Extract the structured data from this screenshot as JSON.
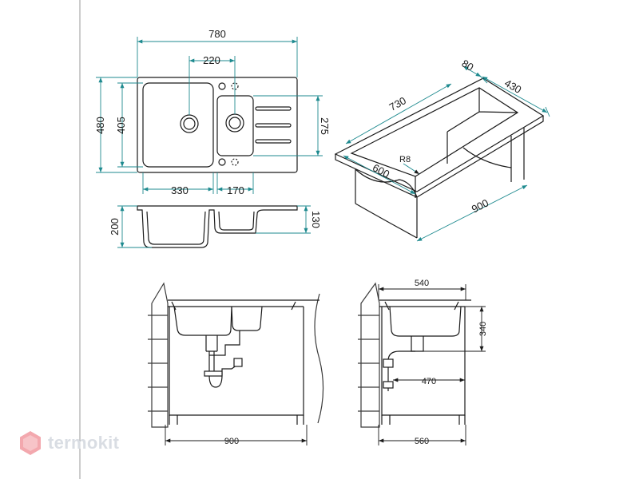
{
  "brand": {
    "name": "termokit"
  },
  "top_view": {
    "width_total": "780",
    "bowl_offset": "220",
    "height_total": "480",
    "bowl_height": "405",
    "small_bowl_height": "275",
    "bowl_width": "330",
    "small_bowl_width": "170"
  },
  "side_profile": {
    "depth": "200",
    "drainer_depth": "130"
  },
  "iso_view": {
    "lip": "80",
    "width": "430",
    "length": "730",
    "radius": "R8",
    "depth": "600",
    "cabinet": "900"
  },
  "front_install": {
    "cabinet_width": "900"
  },
  "side_install": {
    "top_width": "540",
    "height": "340",
    "drain_offset": "470",
    "cabinet_depth": "560"
  },
  "colors": {
    "dim_line": "#1e8a8f",
    "outline": "#1a1a1a",
    "hatch": "#3a3a3a",
    "brand": "#d9dde3",
    "brand_icon": "#f3a8ae"
  }
}
